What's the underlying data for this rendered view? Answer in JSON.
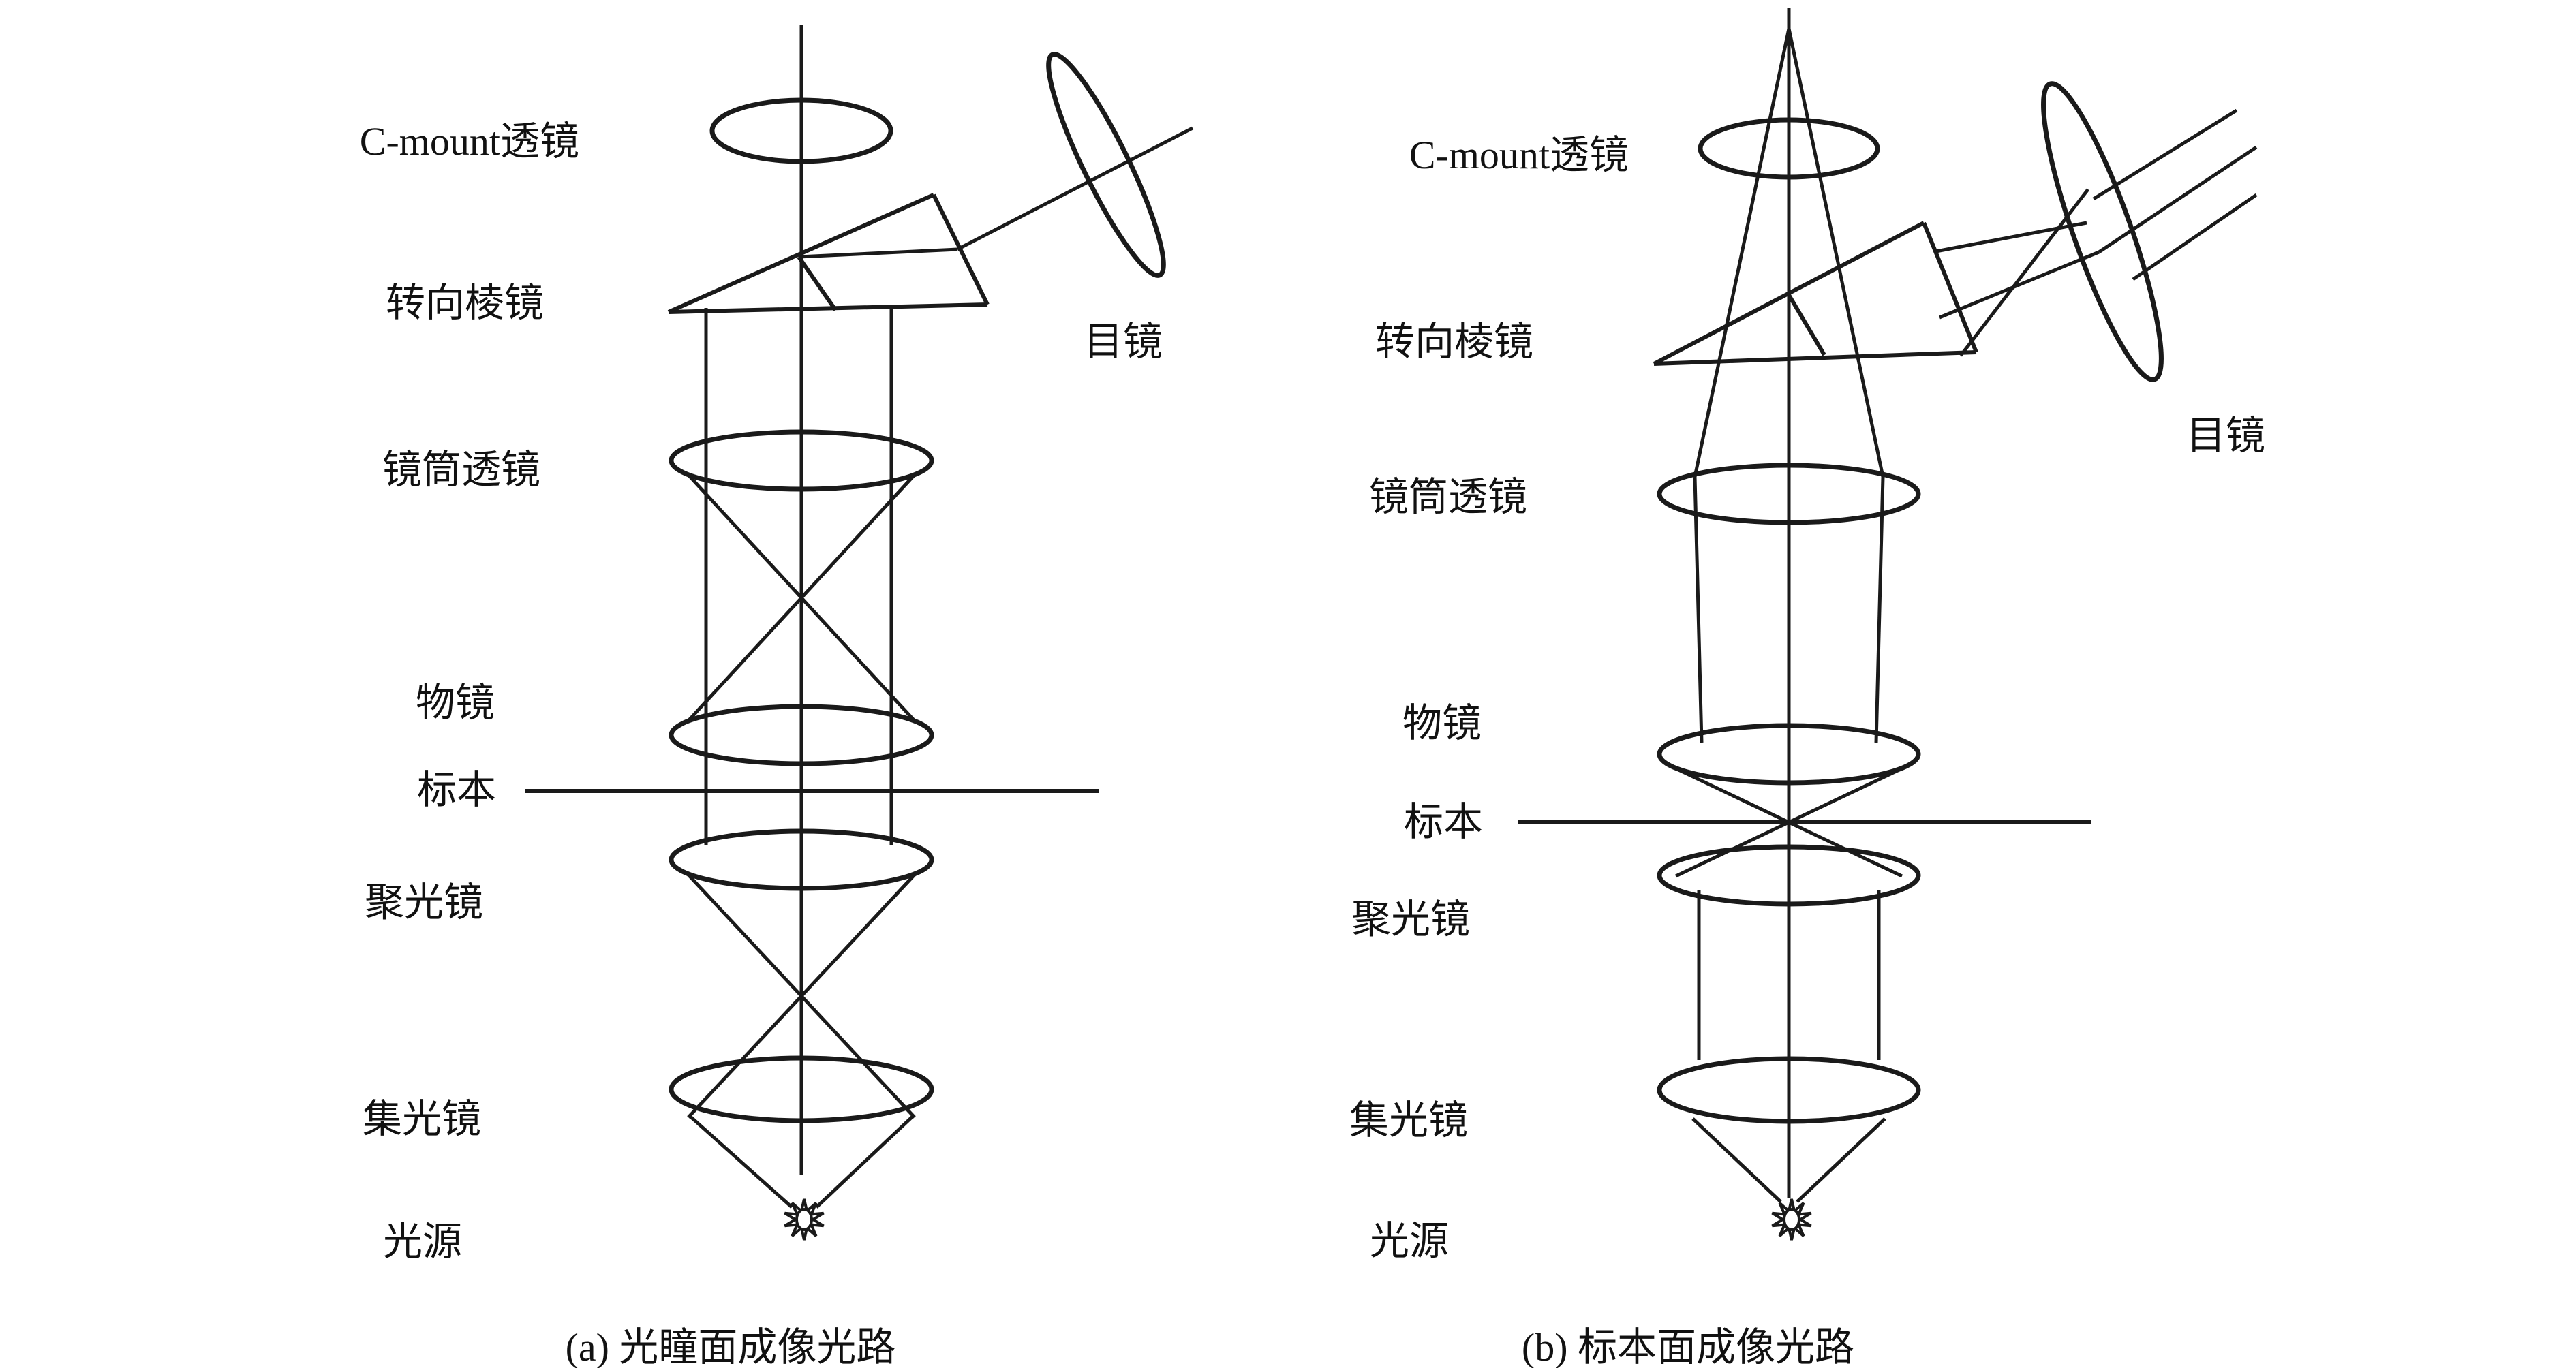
{
  "page": {
    "background": "#ffffff",
    "line_color": "#1a1a1a"
  },
  "diagram_a": {
    "caption": "(a) 光瞳面成像光路",
    "labels": {
      "c_mount_lens": "C-mount透镜",
      "turning_prism": "转向棱镜",
      "eyepiece": "目镜",
      "tube_lens": "镜筒透镜",
      "objective": "物镜",
      "specimen": "标本",
      "condenser": "聚光镜",
      "collector": "集光镜",
      "light_source": "光源"
    }
  },
  "diagram_b": {
    "caption": "(b) 标本面成像光路",
    "labels": {
      "c_mount_lens": "C-mount透镜",
      "turning_prism": "转向棱镜",
      "eyepiece": "目镜",
      "tube_lens": "镜筒透镜",
      "objective": "物镜",
      "specimen": "标本",
      "condenser": "聚光镜",
      "collector": "集光镜",
      "light_source": "光源"
    }
  }
}
